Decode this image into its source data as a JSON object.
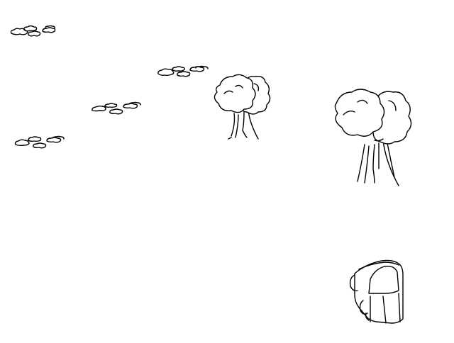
{
  "scene": {
    "background_color": "#ffffff",
    "ink_color": "#000000",
    "objects": [
      {
        "kind": "cloud-cluster",
        "icon": "cloud-icon"
      },
      {
        "kind": "cloud-cluster",
        "icon": "cloud-icon"
      },
      {
        "kind": "cloud-cluster",
        "icon": "cloud-icon"
      },
      {
        "kind": "cloud-cluster",
        "icon": "cloud-icon"
      },
      {
        "kind": "tree",
        "icon": "tree-icon"
      },
      {
        "kind": "tree",
        "icon": "tree-icon"
      },
      {
        "kind": "car",
        "icon": "car-icon"
      }
    ]
  }
}
